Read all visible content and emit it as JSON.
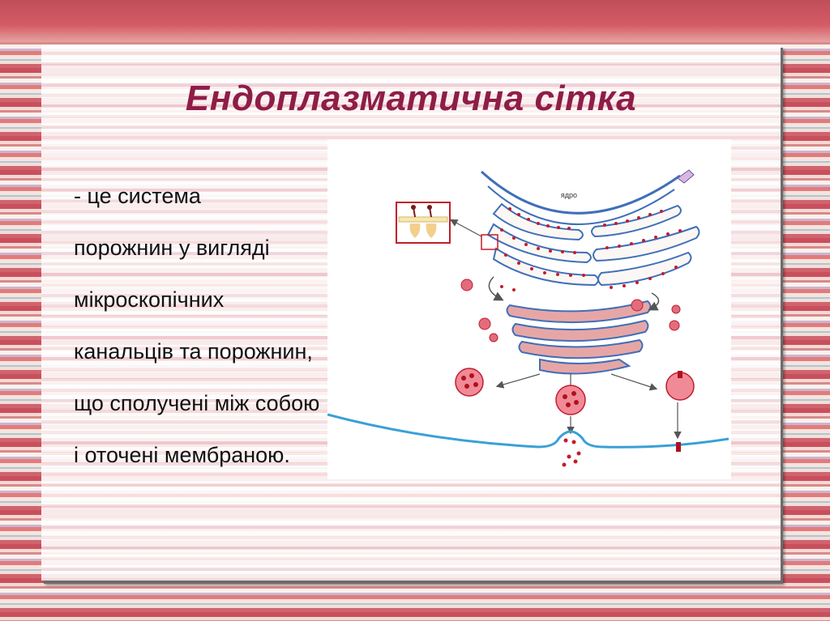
{
  "slide": {
    "title": "Ендоплазматична сітка",
    "lines": [
      " - це система",
      "порожнин у вигляді",
      "мікроскопічних",
      "канальців та порожнин,",
      "що сполучені між собою",
      "і оточені мембраною."
    ]
  },
  "figure": {
    "nucleus_label": "ядро",
    "colors": {
      "membrane": "#3f6fb8",
      "ribosome": "#c21d2d",
      "golgi": "#e7a6a6",
      "vesicle": "#f08a96",
      "cell_membrane": "#39a0d6"
    }
  }
}
